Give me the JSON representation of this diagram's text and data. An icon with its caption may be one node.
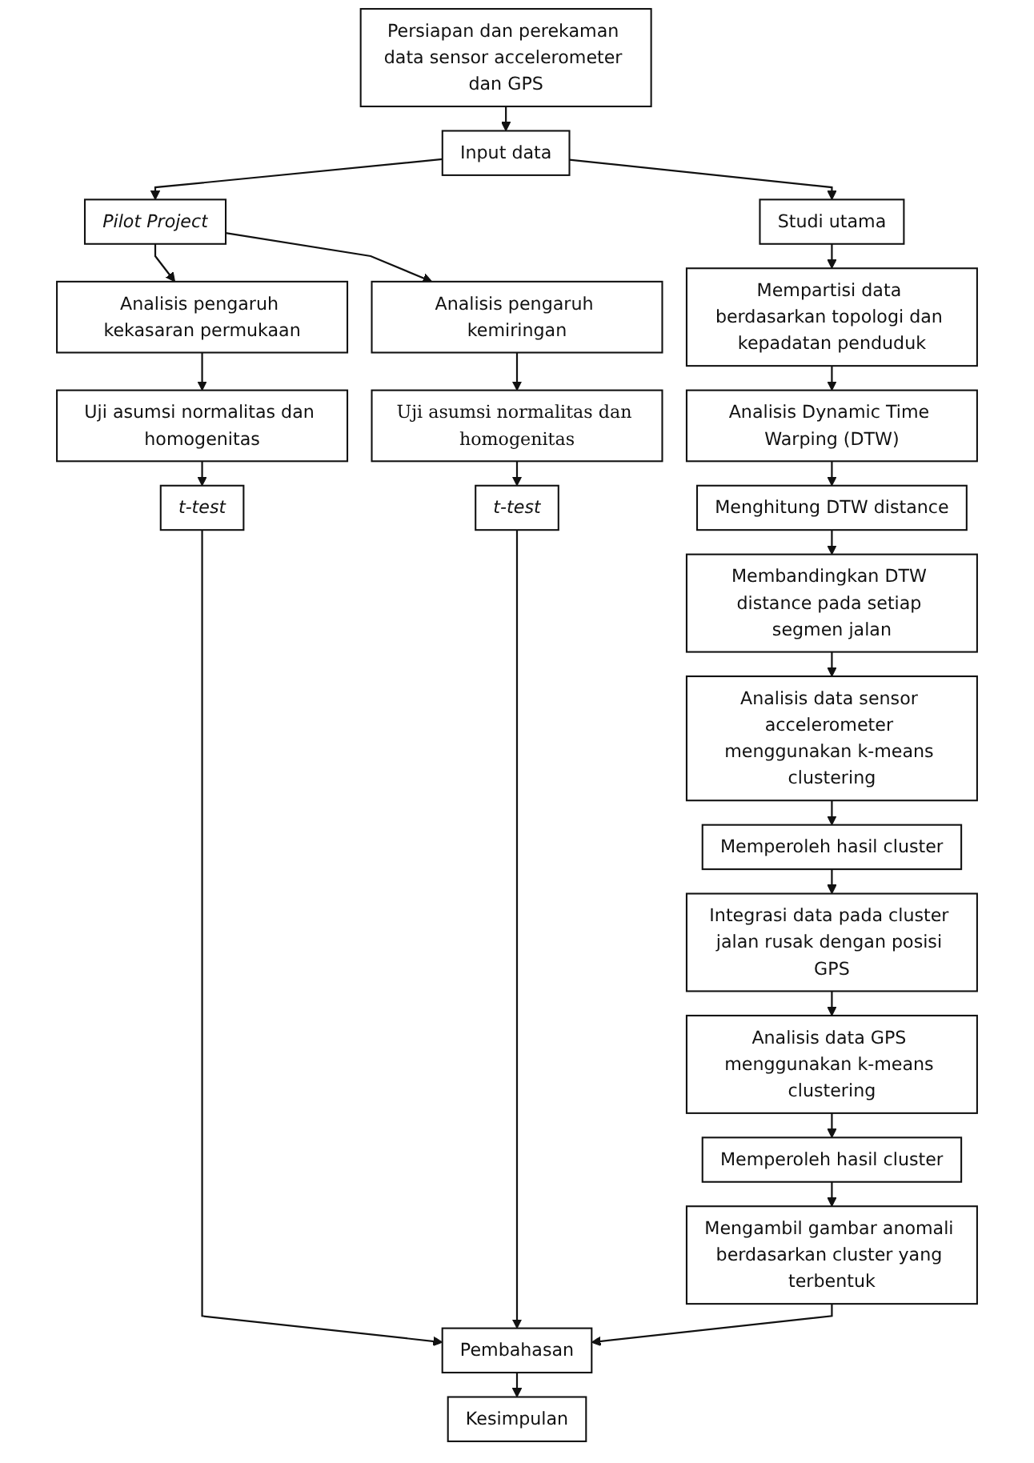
{
  "diagram": {
    "nodes": [
      {
        "text": [
          "Persiapan dan perekaman data sensor accelerometer dan GPS"
        ]
      },
      {
        "text": [
          "Input data"
        ]
      },
      {
        "text": [
          "Pilot Project"
        ]
      },
      {
        "text": [
          "Studi utama"
        ]
      },
      {
        "text": [
          "Analisis pengaruh kekasaran permukaan"
        ]
      },
      {
        "text": [
          "Analisis pengaruh kemiringan"
        ]
      },
      {
        "text": [
          "Uji asumsi normalitas dan homogenitas"
        ]
      },
      {
        "text": [
          "Uji asumsi normalitas dan homogenitas"
        ]
      },
      {
        "text": [
          "t-test"
        ]
      },
      {
        "text": [
          "t-test"
        ]
      },
      {
        "text": [
          "Mempartisi data berdasarkan topologi dan kepadatan penduduk"
        ]
      },
      {
        "text": [
          "Analisis Dynamic Time Warping (DTW)"
        ]
      },
      {
        "text": [
          "Menghitung DTW distance"
        ]
      },
      {
        "text": [
          "Membandingkan DTW distance pada setiap segmen jalan"
        ]
      },
      {
        "text": [
          "Analisis data sensor accelerometer menggunakan k-means clustering"
        ]
      },
      {
        "text": [
          "Memperoleh hasil cluster"
        ]
      },
      {
        "text": [
          "Integrasi data pada cluster jalan rusak dengan posisi GPS"
        ]
      },
      {
        "text": [
          "Analisis data GPS menggunakan k-means clustering"
        ]
      },
      {
        "text": [
          "Memperoleh hasil cluster"
        ]
      },
      {
        "text": [
          "Mengambil gambar anomali berdasarkan cluster yang terbentuk"
        ]
      },
      {
        "text": [
          "Pembahasan"
        ]
      },
      {
        "text": [
          "Kesimpulan"
        ]
      }
    ],
    "edges": [
      {
        "from": 0,
        "to": 1,
        "arrow": "to"
      },
      {
        "from": 1,
        "to": 2,
        "arrow": "to"
      },
      {
        "from": 1,
        "to": 3,
        "arrow": "to"
      },
      {
        "from": 2,
        "to": 4,
        "arrow": "to"
      },
      {
        "from": 2,
        "to": 5,
        "arrow": "to"
      },
      {
        "from": 4,
        "to": 6,
        "arrow": "to"
      },
      {
        "from": 5,
        "to": 7,
        "arrow": "to"
      },
      {
        "from": 6,
        "to": 8,
        "arrow": "to"
      },
      {
        "from": 7,
        "to": 9,
        "arrow": "to"
      },
      {
        "from": 8,
        "to": 20,
        "arrow": "to"
      },
      {
        "from": 9,
        "to": 20,
        "arrow": "to"
      },
      {
        "from": 3,
        "to": 10,
        "arrow": "to"
      },
      {
        "from": 10,
        "to": 11,
        "arrow": "to"
      },
      {
        "from": 11,
        "to": 12,
        "arrow": "to"
      },
      {
        "from": 12,
        "to": 13,
        "arrow": "to"
      },
      {
        "from": 13,
        "to": 14,
        "arrow": "to"
      },
      {
        "from": 14,
        "to": 15,
        "arrow": "to"
      },
      {
        "from": 15,
        "to": 16,
        "arrow": "to"
      },
      {
        "from": 16,
        "to": 17,
        "arrow": "to"
      },
      {
        "from": 17,
        "to": 18,
        "arrow": "to"
      },
      {
        "from": 18,
        "to": 19,
        "arrow": "to"
      },
      {
        "from": 19,
        "to": 20,
        "arrow": "to"
      },
      {
        "from": 20,
        "to": 21,
        "arrow": "to"
      }
    ]
  }
}
